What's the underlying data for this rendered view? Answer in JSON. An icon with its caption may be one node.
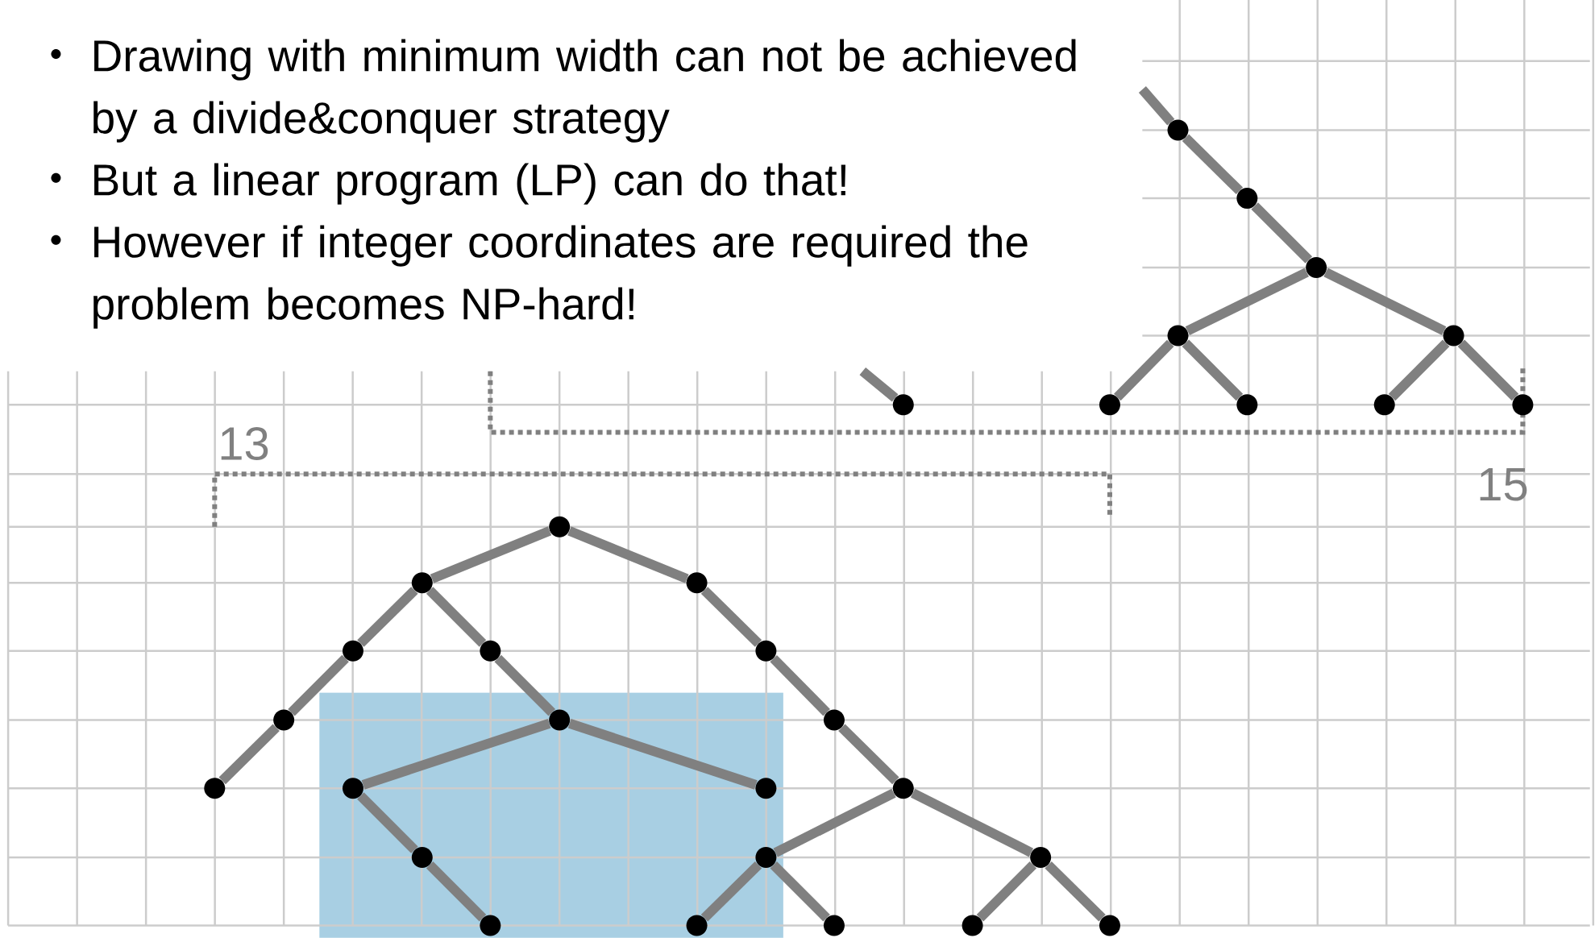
{
  "diagram": {
    "nodes": [
      {
        "text": [],
        "shape": "circle"
      },
      {
        "text": [],
        "shape": "circle"
      },
      {
        "text": [],
        "shape": "circle"
      },
      {
        "text": [],
        "shape": "circle"
      },
      {
        "text": [],
        "shape": "circle"
      },
      {
        "text": [],
        "shape": "circle"
      },
      {
        "text": [],
        "shape": "circle"
      },
      {
        "text": [],
        "shape": "circle"
      },
      {
        "text": [],
        "shape": "circle"
      },
      {
        "text": [],
        "shape": "circle"
      },
      {
        "text": [],
        "shape": "circle"
      },
      {
        "text": [],
        "shape": "circle"
      },
      {
        "text": [],
        "shape": "circle"
      },
      {
        "text": [],
        "shape": "circle"
      },
      {
        "text": [],
        "shape": "circle"
      },
      {
        "text": [],
        "shape": "circle"
      },
      {
        "text": [],
        "shape": "circle"
      },
      {
        "text": [],
        "shape": "circle"
      },
      {
        "text": [],
        "shape": "circle"
      },
      {
        "text": [],
        "shape": "circle"
      },
      {
        "text": [],
        "shape": "circle"
      },
      {
        "text": [],
        "shape": "circle"
      },
      {
        "text": [],
        "shape": "circle"
      },
      {
        "text": [],
        "shape": "circle"
      },
      {
        "text": [],
        "shape": "circle"
      },
      {
        "text": [],
        "shape": "circle"
      },
      {
        "text": [],
        "shape": "circle"
      },
      {
        "text": [],
        "shape": "circle"
      },
      {
        "text": [],
        "shape": "circle"
      },
      {
        "text": [],
        "shape": "circle"
      },
      {
        "text": [],
        "shape": "circle"
      }
    ],
    "edges": [
      {
        "from": null,
        "to": 0,
        "arrow": "none"
      },
      {
        "from": 0,
        "to": 1,
        "arrow": "none"
      },
      {
        "from": 1,
        "to": 2,
        "arrow": "none"
      },
      {
        "from": 2,
        "to": 3,
        "arrow": "none"
      },
      {
        "from": 2,
        "to": 4,
        "arrow": "none"
      },
      {
        "from": null,
        "to": 5,
        "arrow": "none"
      },
      {
        "from": 3,
        "to": 6,
        "arrow": "none"
      },
      {
        "from": 3,
        "to": 7,
        "arrow": "none"
      },
      {
        "from": 4,
        "to": 8,
        "arrow": "none"
      },
      {
        "from": 4,
        "to": 9,
        "arrow": "none"
      },
      {
        "from": 10,
        "to": 11,
        "arrow": "none"
      },
      {
        "from": 10,
        "to": 12,
        "arrow": "none"
      },
      {
        "from": 11,
        "to": 13,
        "arrow": "none"
      },
      {
        "from": 11,
        "to": 14,
        "arrow": "none"
      },
      {
        "from": 13,
        "to": 15,
        "arrow": "none"
      },
      {
        "from": 15,
        "to": 16,
        "arrow": "none"
      },
      {
        "from": 14,
        "to": 17,
        "arrow": "none"
      },
      {
        "from": 17,
        "to": 18,
        "arrow": "none"
      },
      {
        "from": 17,
        "to": 19,
        "arrow": "none"
      },
      {
        "from": 18,
        "to": 20,
        "arrow": "none"
      },
      {
        "from": 20,
        "to": 21,
        "arrow": "none"
      },
      {
        "from": 12,
        "to": 22,
        "arrow": "none"
      },
      {
        "from": 22,
        "to": 23,
        "arrow": "none"
      },
      {
        "from": 23,
        "to": 24,
        "arrow": "none"
      },
      {
        "from": 24,
        "to": 25,
        "arrow": "none"
      },
      {
        "from": 24,
        "to": 26,
        "arrow": "none"
      },
      {
        "from": 25,
        "to": 27,
        "arrow": "none"
      },
      {
        "from": 25,
        "to": 28,
        "arrow": "none"
      },
      {
        "from": 26,
        "to": 29,
        "arrow": "none"
      },
      {
        "from": 26,
        "to": 30,
        "arrow": "none"
      }
    ],
    "labels": [
      "Drawing with minimum width can not be achieved by a divide&conquer strategy",
      "But a linear program (LP) can do that!",
      "However if integer coordinates are required the problem becomes NP-hard!",
      "13",
      "15"
    ]
  }
}
